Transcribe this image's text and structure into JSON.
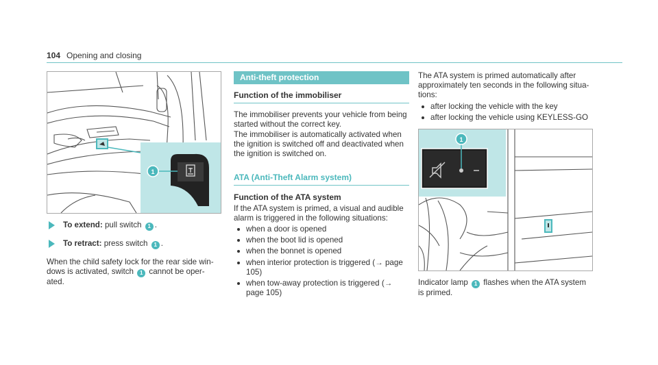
{
  "header": {
    "page_number": "104",
    "title": "Opening and closing"
  },
  "figure_left": {
    "callout": "1"
  },
  "col1": {
    "step1": {
      "bold": "To extend:",
      "text": " pull switch ",
      "badge": "1",
      "end": "."
    },
    "step2": {
      "bold": "To retract:",
      "text": " press switch ",
      "badge": "1",
      "end": "."
    },
    "note": {
      "pre": "When the child safety lock for the rear side win-dows is activated, switch ",
      "badge": "1",
      "post": " cannot be oper-ated."
    }
  },
  "col2": {
    "section_title": "Anti-theft protection",
    "immobiliser_head": "Function of the immobiliser",
    "immobiliser_p1": "The immobiliser prevents your vehicle from being started without the correct key.",
    "immobiliser_p2": "The immobiliser is automatically activated when the ignition is switched off and deactivated when the ignition is switched on.",
    "ata_head": "ATA (Anti-Theft Alarm system)",
    "ata_func_head": "Function of the ATA system",
    "ata_intro": "If the ATA system is primed, a visual and audible alarm is triggered in the following situations:",
    "bullets": [
      "when a door is opened",
      "when the boot lid is opened",
      "when the bonnet is opened",
      "when interior protection is triggered (→ page 105)",
      "when tow-away protection is triggered (→ page 105)"
    ]
  },
  "col3": {
    "intro": "The ATA system is primed automatically after approximately ten seconds in the following situa-tions:",
    "bullets": [
      "after locking the vehicle with the key",
      "after locking the vehicle using KEYLESS-GO"
    ],
    "callout": "1",
    "caption": {
      "pre": "Indicator lamp ",
      "badge": "1",
      "post": " flashes when the ATA system is primed."
    }
  },
  "colors": {
    "accent": "#6fc3c6",
    "badge": "#4bb8bc",
    "text": "#333333"
  }
}
